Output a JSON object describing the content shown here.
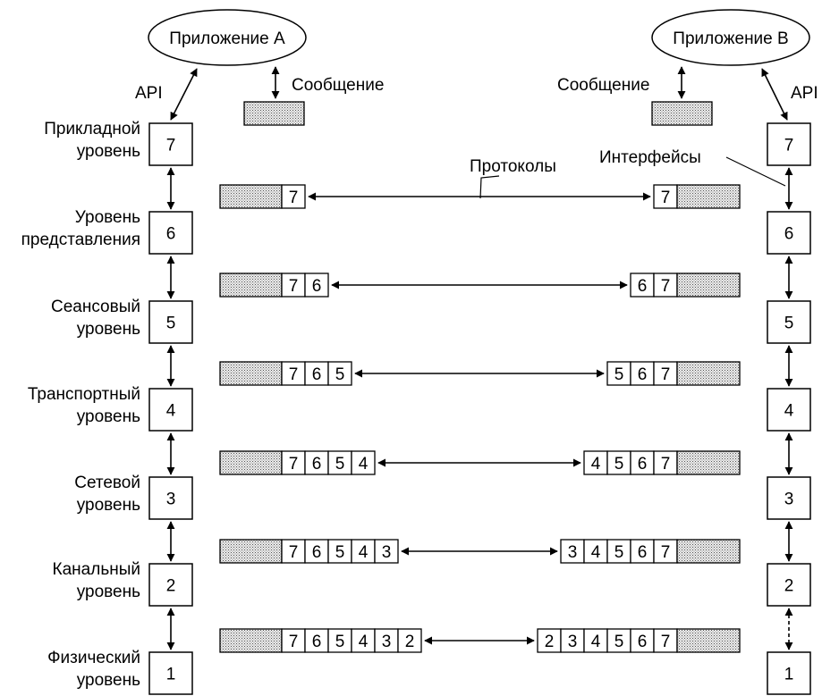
{
  "app_a": {
    "label": "Приложение A"
  },
  "app_b": {
    "label": "Приложение B"
  },
  "api_label": "API",
  "message_label": "Сообщение",
  "protocols_label": "Протоколы",
  "interfaces_label": "Интерфейсы",
  "layers": [
    {
      "number": "7",
      "name_line1": "Прикладной",
      "name_line2": "уровень"
    },
    {
      "number": "6",
      "name_line1": "Уровень",
      "name_line2": "представления"
    },
    {
      "number": "5",
      "name_line1": "Сеансовый",
      "name_line2": "уровень"
    },
    {
      "number": "4",
      "name_line1": "Транспортный",
      "name_line2": "уровень"
    },
    {
      "number": "3",
      "name_line1": "Сетевой",
      "name_line2": "уровень"
    },
    {
      "number": "2",
      "name_line1": "Канальный",
      "name_line2": "уровень"
    },
    {
      "number": "1",
      "name_line1": "Физический",
      "name_line2": "уровень"
    }
  ],
  "headers": [
    {
      "left": [
        "7"
      ],
      "right": [
        "7"
      ]
    },
    {
      "left": [
        "7",
        "6"
      ],
      "right": [
        "6",
        "7"
      ]
    },
    {
      "left": [
        "7",
        "6",
        "5"
      ],
      "right": [
        "5",
        "6",
        "7"
      ]
    },
    {
      "left": [
        "7",
        "6",
        "5",
        "4"
      ],
      "right": [
        "4",
        "5",
        "6",
        "7"
      ]
    },
    {
      "left": [
        "7",
        "6",
        "5",
        "4",
        "3"
      ],
      "right": [
        "3",
        "4",
        "5",
        "6",
        "7"
      ]
    },
    {
      "left": [
        "7",
        "6",
        "5",
        "4",
        "3",
        "2"
      ],
      "right": [
        "2",
        "3",
        "4",
        "5",
        "6",
        "7"
      ]
    }
  ]
}
